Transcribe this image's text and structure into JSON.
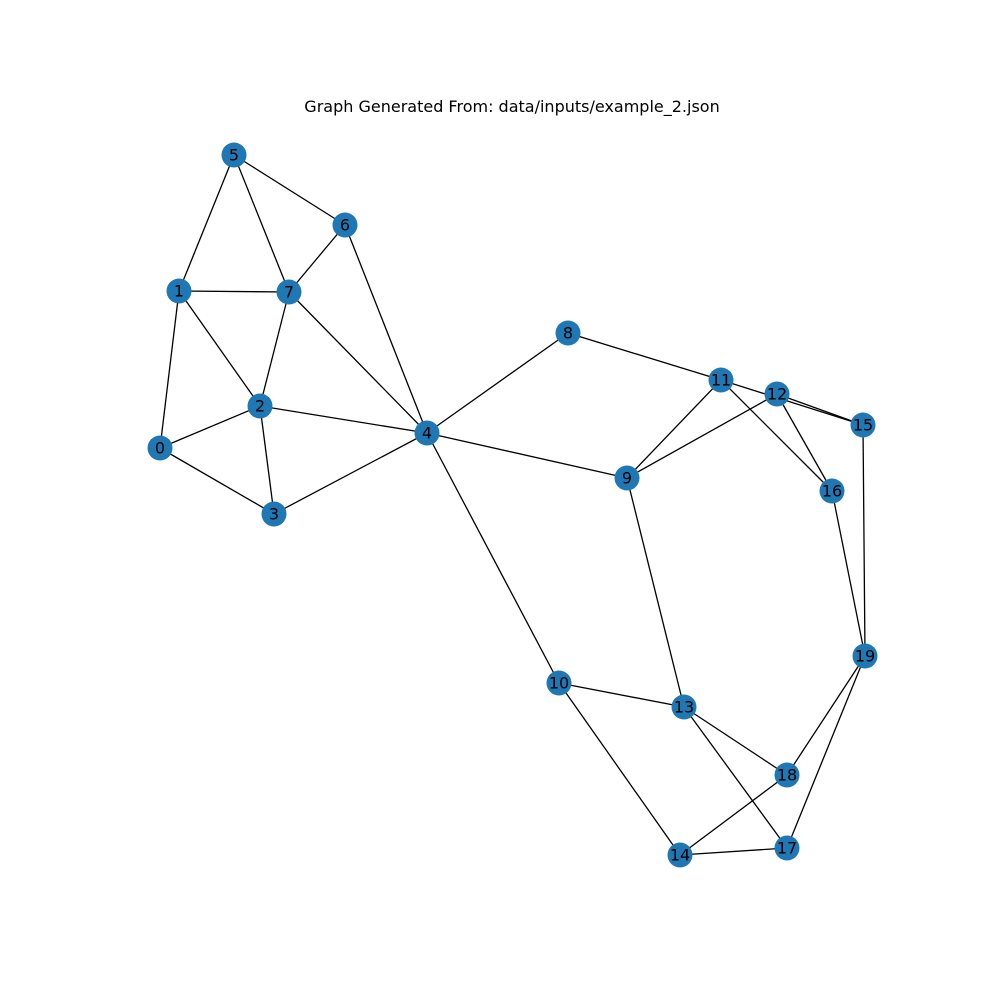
{
  "title": "Graph Generated From: data/inputs/example_2.json",
  "colors": {
    "node": "#1f77b4",
    "edge": "#000000",
    "label": "#000000",
    "background": "#ffffff"
  },
  "graph": {
    "nodes": [
      "0",
      "1",
      "2",
      "3",
      "4",
      "5",
      "6",
      "7",
      "8",
      "9",
      "10",
      "11",
      "12",
      "13",
      "14",
      "15",
      "16",
      "17",
      "18",
      "19"
    ],
    "edges": [
      [
        "0",
        "1"
      ],
      [
        "0",
        "2"
      ],
      [
        "0",
        "3"
      ],
      [
        "1",
        "2"
      ],
      [
        "1",
        "5"
      ],
      [
        "1",
        "7"
      ],
      [
        "2",
        "3"
      ],
      [
        "2",
        "4"
      ],
      [
        "2",
        "7"
      ],
      [
        "3",
        "4"
      ],
      [
        "4",
        "6"
      ],
      [
        "4",
        "7"
      ],
      [
        "4",
        "8"
      ],
      [
        "4",
        "9"
      ],
      [
        "4",
        "10"
      ],
      [
        "5",
        "6"
      ],
      [
        "5",
        "7"
      ],
      [
        "6",
        "7"
      ],
      [
        "8",
        "11"
      ],
      [
        "9",
        "11"
      ],
      [
        "9",
        "12"
      ],
      [
        "9",
        "13"
      ],
      [
        "10",
        "13"
      ],
      [
        "10",
        "14"
      ],
      [
        "11",
        "15"
      ],
      [
        "11",
        "16"
      ],
      [
        "12",
        "15"
      ],
      [
        "12",
        "16"
      ],
      [
        "13",
        "17"
      ],
      [
        "13",
        "18"
      ],
      [
        "14",
        "17"
      ],
      [
        "14",
        "18"
      ],
      [
        "15",
        "19"
      ],
      [
        "16",
        "19"
      ],
      [
        "17",
        "19"
      ],
      [
        "18",
        "19"
      ]
    ]
  }
}
